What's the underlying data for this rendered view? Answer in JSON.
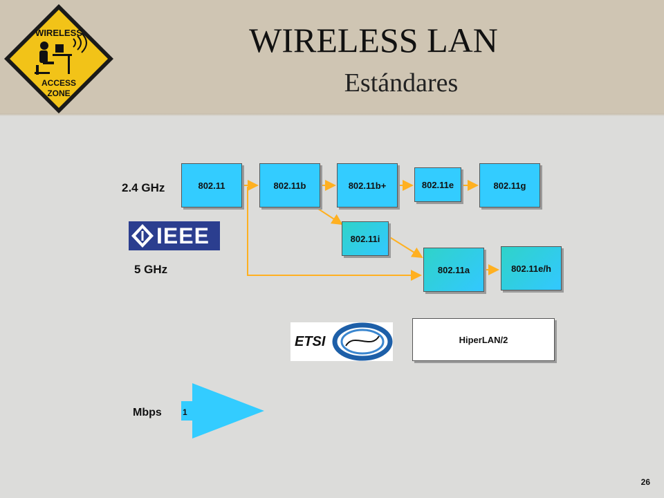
{
  "header": {
    "title": "WIRELESS LAN",
    "subtitle": "Estándares",
    "logo_top": "WIRELESS",
    "logo_bottom1": "ACCESS",
    "logo_bottom2": "ZONE"
  },
  "labels": {
    "freq_24": "2.4 GHz",
    "freq_5": "5 GHz",
    "mbps": "Mbps",
    "mbps_value": "1"
  },
  "standards": {
    "s80211": "802.11",
    "s80211b": "802.11b",
    "s80211bplus": "802.11b+",
    "s80211e": "802.11e",
    "s80211g": "802.11g",
    "s80211i": "802.11i",
    "s80211a": "802.11a",
    "s80211eh": "802.11e/h",
    "hiperlan": "HiperLAN/2"
  },
  "logos": {
    "ieee": "IEEE",
    "etsi": "ETSI"
  },
  "page_number": "26",
  "colors": {
    "box_blue": "#33ccff",
    "arrow_orange": "#ffb020",
    "ieee_blue": "#2b3e8f",
    "sign_yellow": "#f2c318"
  }
}
